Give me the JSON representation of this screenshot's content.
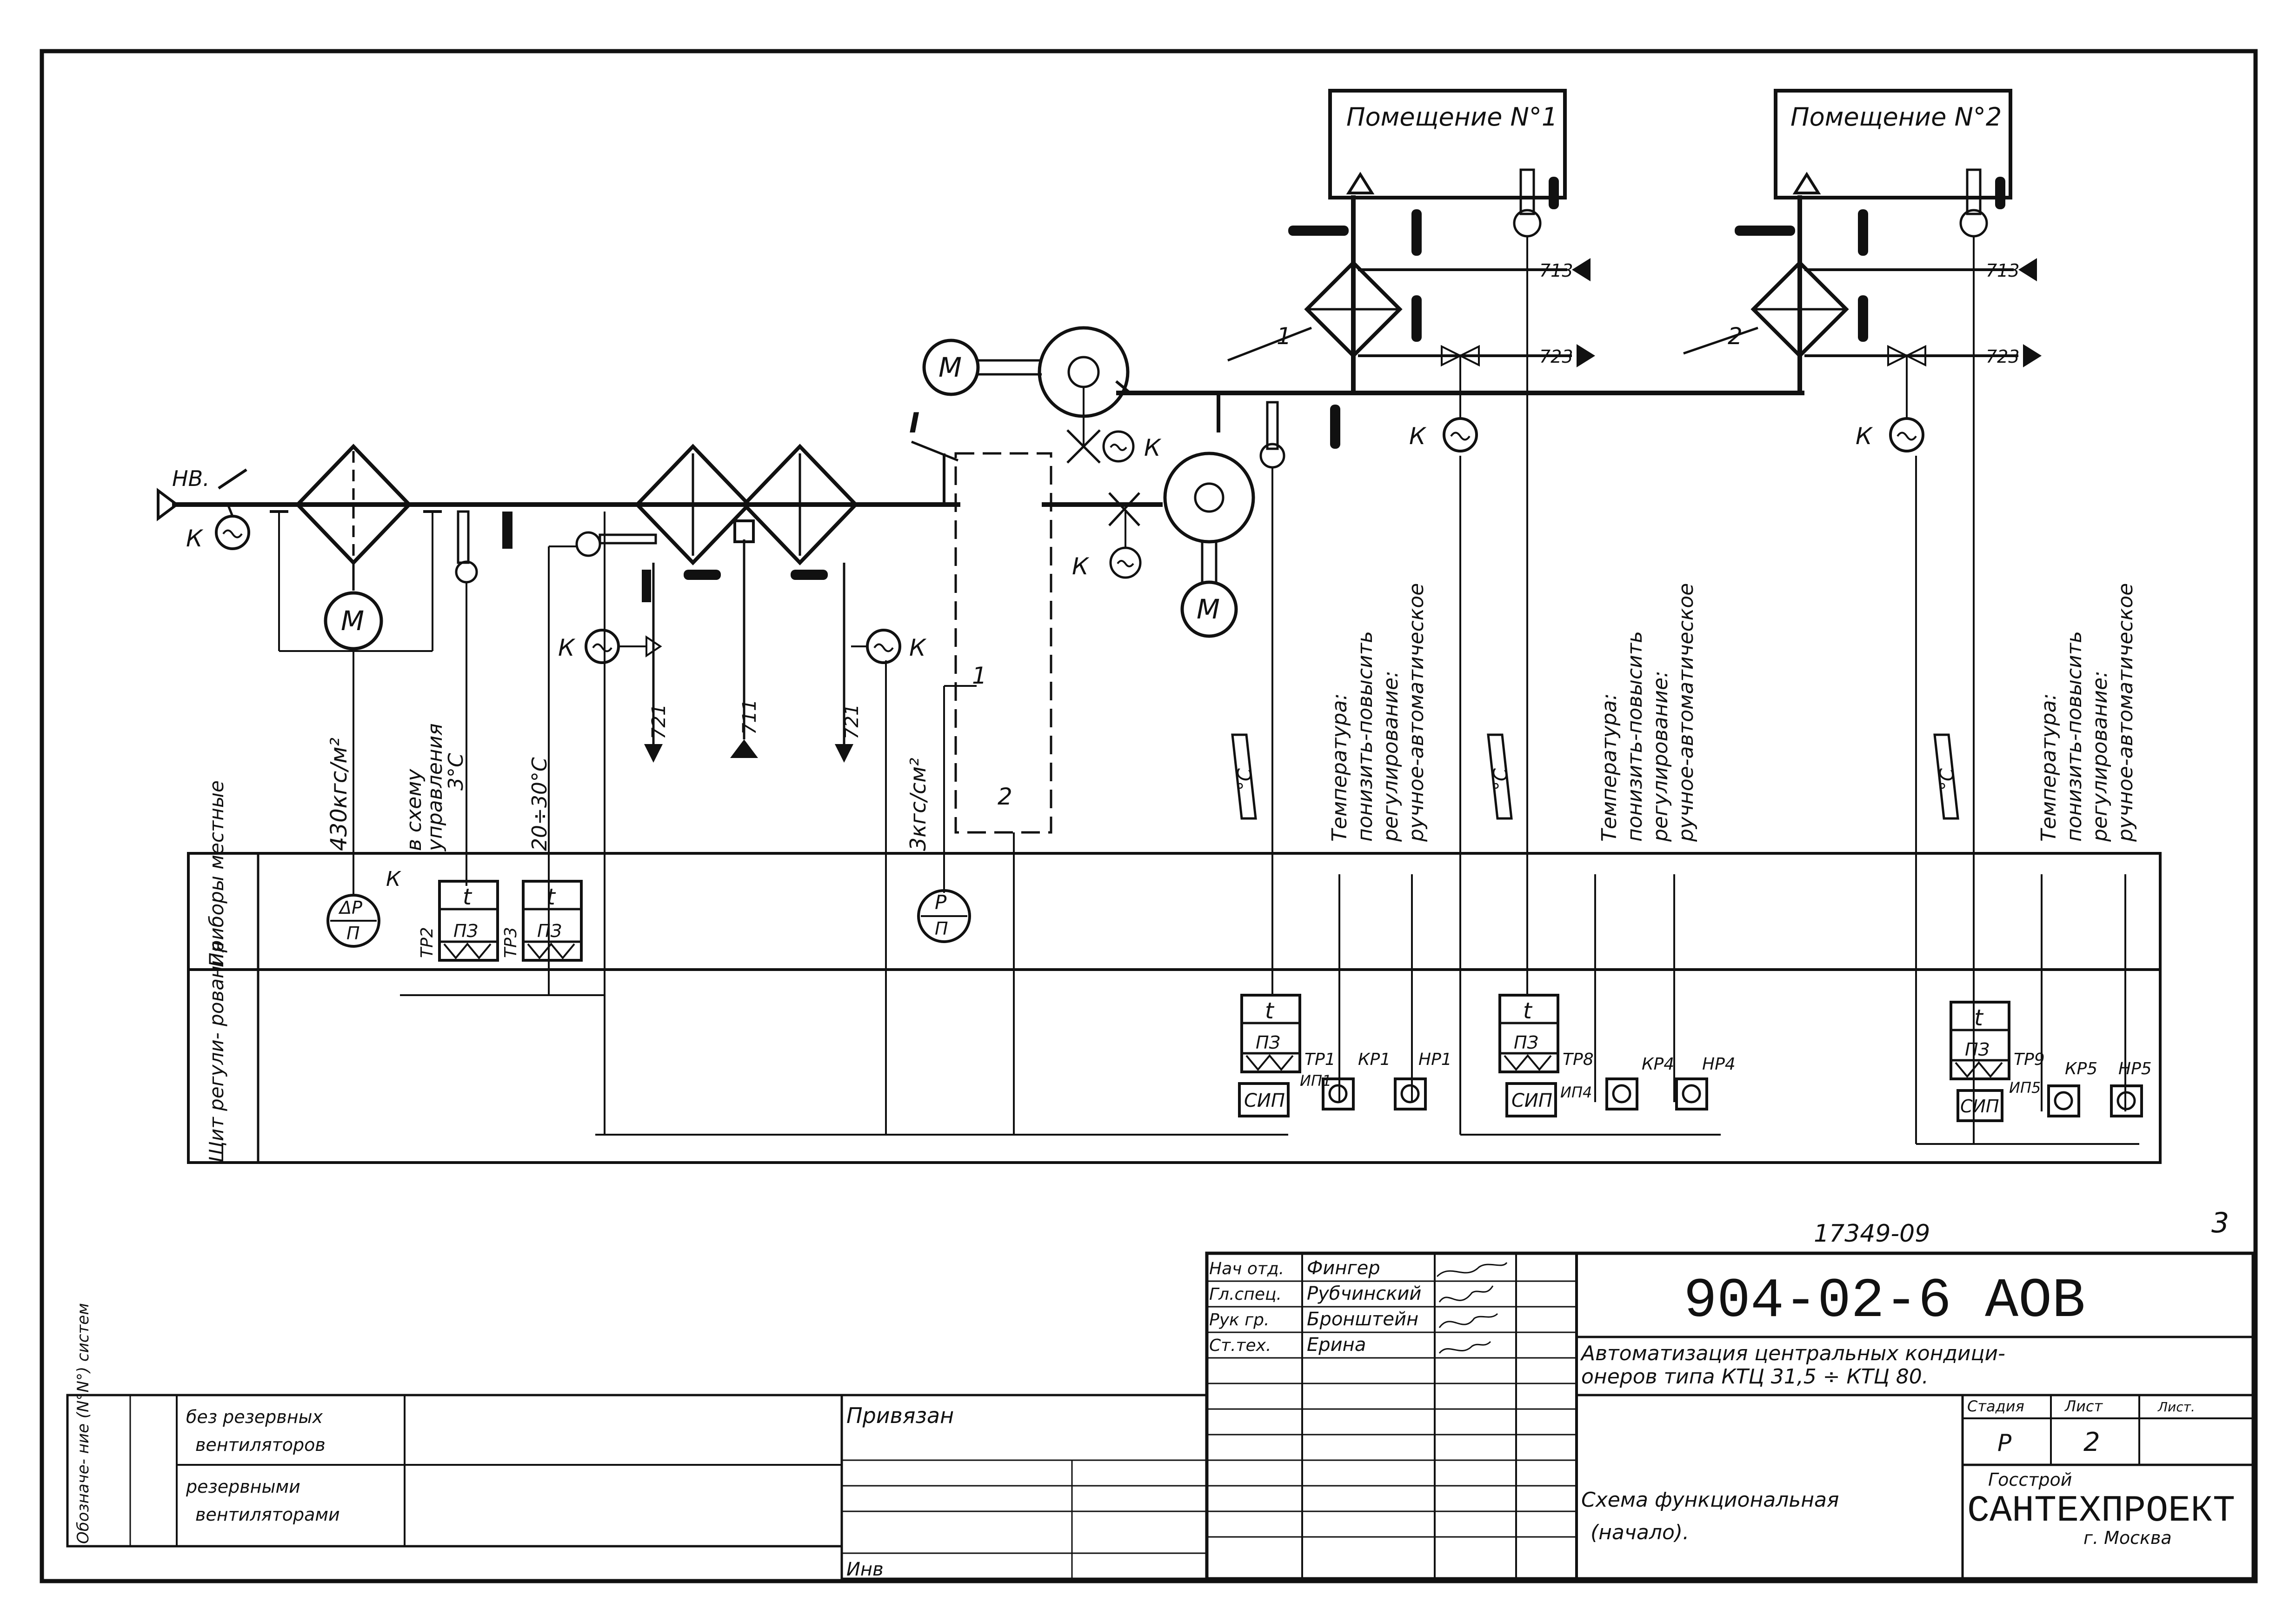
{
  "rooms": [
    {
      "title": "Помещение N°1"
    },
    {
      "title": "Помещение N°2"
    }
  ],
  "labels": {
    "hv": "НВ.",
    "k": "К",
    "m": "М",
    "i": "I",
    "one": "1",
    "two": "2",
    "t": "t",
    "pz": "ПЗ",
    "sip": "СИП",
    "dp": "ΔР",
    "p_small": "П",
    "p_big": "Р",
    "degc": "°С"
  },
  "lines": {
    "l713": "713",
    "l723": "723",
    "l721": "721",
    "l711": "711"
  },
  "notes": {
    "kgs_m2": "430кгс/м²",
    "v_skhemu": "в схему",
    "upravleniya": "управления",
    "three_c": "3°С",
    "temp_range": "20÷30°С",
    "kgs_cm2": "3кгс/см²",
    "temp1": "Температура:",
    "lower_raise": "понизить-повысить",
    "reg": "регулирование:",
    "manual_auto": "ручное-автоматическое"
  },
  "rows": {
    "local": "Приборы местные",
    "panel": "Щит регули- рования"
  },
  "tags": {
    "tr1": "ТР1",
    "tr2": "ТР2",
    "tr3": "ТР3",
    "tr8": "ТР8",
    "tr9": "ТР9",
    "ip1": "ИП1",
    "ip4": "ИП4",
    "ip5": "ИП5",
    "kr1": "КР1",
    "kr4": "КР4",
    "kr5": "КР5",
    "hr1": "НР1",
    "hr4": "НР4",
    "hr5": "НР5"
  },
  "title_block": {
    "archive_no": "17349-09",
    "sheet_corner": "3",
    "project_code": "904-02-6   АОВ",
    "title_line1": "Автоматизация центральных кондици-",
    "title_line2": "онеров типа КТЦ 31,5 ÷ КТЦ 80.",
    "drawing_name_line1": "Схема функциональная",
    "drawing_name_line2": "(начало).",
    "stage_label": "Стадия",
    "sheet_label": "Лист",
    "sheets_label": "Лист.",
    "stage_value": "Р",
    "sheet_value": "2",
    "org_line1": "Госстрой",
    "org_line2": "САНТЕХПРОЕКТ",
    "org_city": "г. Москва",
    "bound_to": "Привязан",
    "inv": "Инв",
    "roles": [
      {
        "role": "Нач отд.",
        "name": "Фингер"
      },
      {
        "role": "Гл.спец.",
        "name": "Рубчинский"
      },
      {
        "role": "Рук гр.",
        "name": "Бронштейн"
      },
      {
        "role": "Ст.тех.",
        "name": "Ерина"
      }
    ],
    "left_table": {
      "header": "Обозначе- ние (N°N°) систем",
      "row1_a": "без резервных",
      "row1_b": "вентиляторов",
      "row2_a": "резервными",
      "row2_b": "вентиляторами"
    }
  }
}
